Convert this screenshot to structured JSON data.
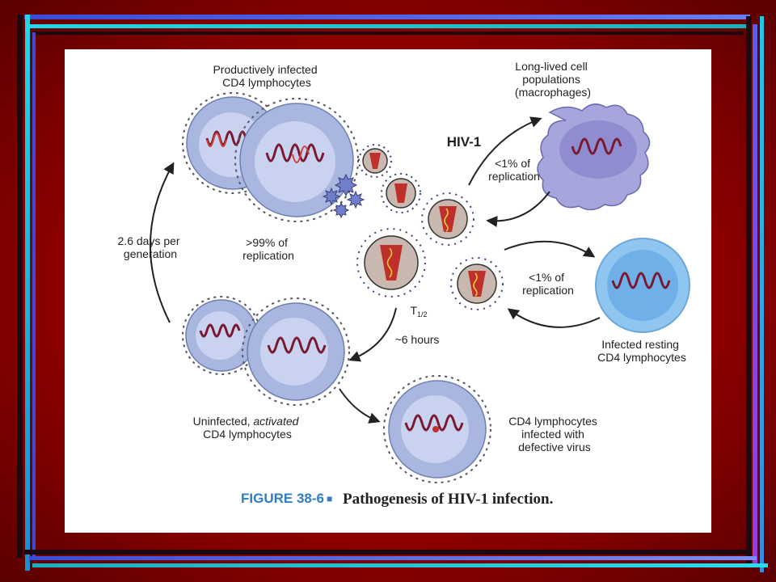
{
  "figure": {
    "labels": {
      "productive": [
        "Productively infected",
        "CD4 lymphocytes"
      ],
      "long_lived": [
        "Long-lived cell",
        "populations",
        "(macrophages)"
      ],
      "hiv": "HIV-1",
      "macro_pct": [
        "<1% of",
        "replication"
      ],
      "generation": [
        "2.6 days per",
        "generation"
      ],
      "main_pct": [
        ">99% of",
        "replication"
      ],
      "resting_pct": [
        "<1% of",
        "replication"
      ],
      "t_half_main": "T",
      "t_half_sub": "1/2",
      "hours": "~6 hours",
      "resting": [
        "Infected resting",
        "CD4 lymphocytes"
      ],
      "uninfected_pre": "Uninfected, ",
      "uninfected_em": "activated",
      "uninfected_line2": "CD4 lymphocytes",
      "defective": [
        "CD4 lymphocytes",
        "infected with",
        "defective virus"
      ]
    },
    "caption_number": "FIGURE 38-6",
    "caption_bullet": "■",
    "caption_title": "Pathogenesis of HIV-1 infection."
  },
  "colors": {
    "background": "#a00000",
    "panel": "#ffffff",
    "cell_fill": "#a9b7e0",
    "nucleus_fill": "#c9d3f0",
    "macrophage_fill": "#a6a6dc",
    "resting_fill": "#8fc5ee",
    "rna_dark": "#7a1a32",
    "rna_red": "#d0403a",
    "virion_core": "#c0302a",
    "caption_blue": "#2e7ec4"
  }
}
